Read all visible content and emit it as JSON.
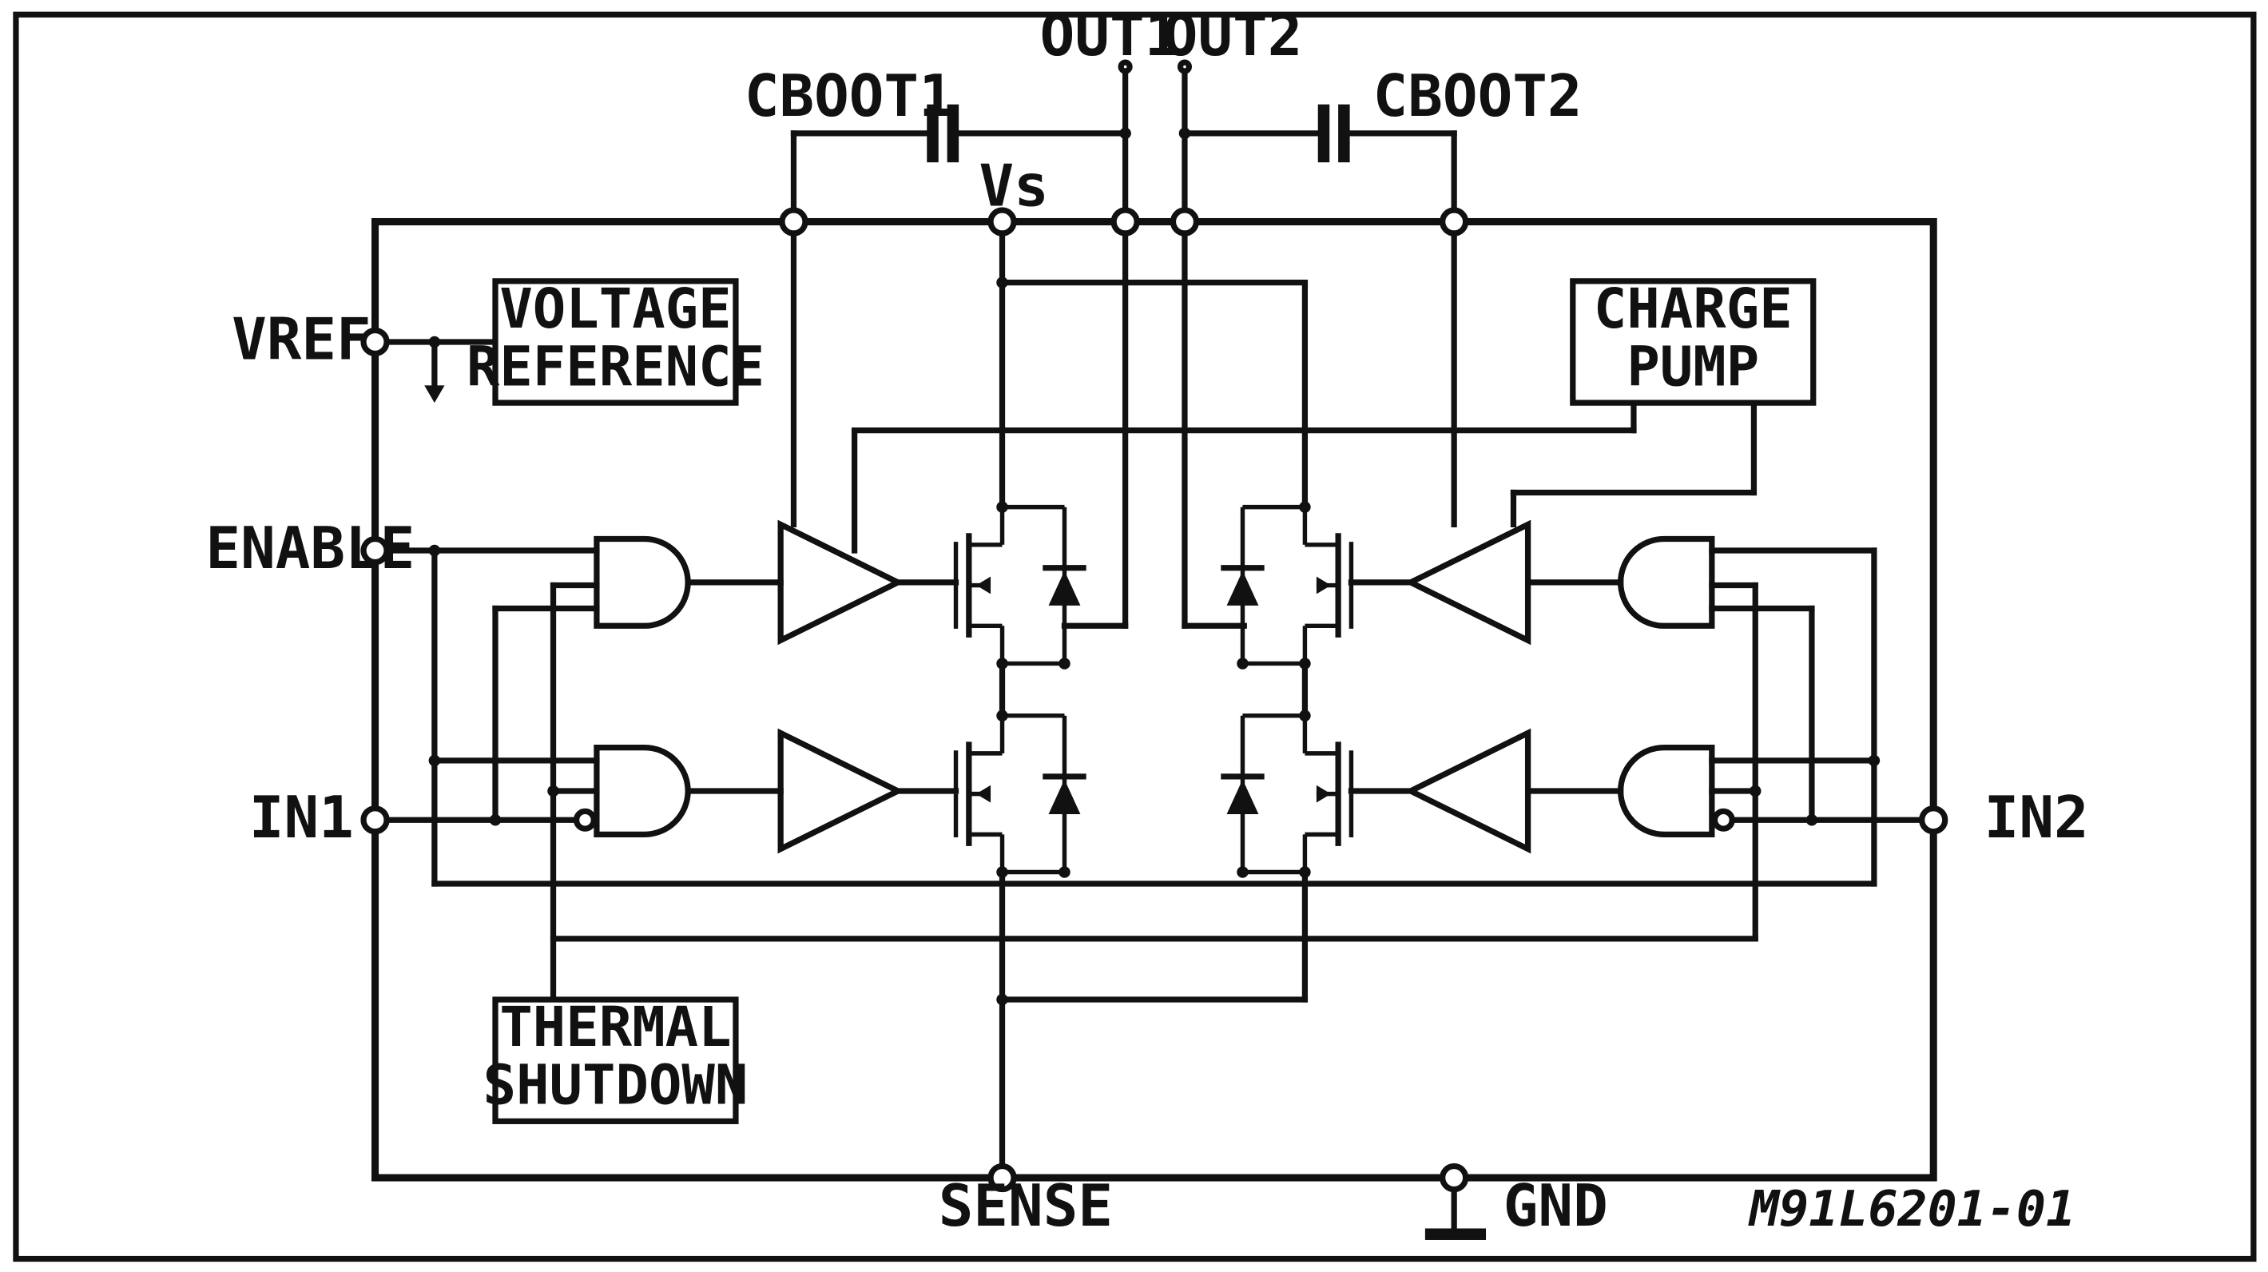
{
  "diagram": {
    "pins": {
      "out1": "OUT1",
      "out2": "OUT2",
      "cboot1": "CBOOT1",
      "cboot2": "CBOOT2",
      "vs": "Vs",
      "vref": "VREF",
      "enable": "ENABLE",
      "in1": "IN1",
      "in2": "IN2",
      "sense": "SENSE",
      "gnd": "GND"
    },
    "blocks": {
      "voltage_reference": [
        "VOLTAGE",
        "REFERENCE"
      ],
      "charge_pump": [
        "CHARGE",
        "PUMP"
      ],
      "thermal_shutdown": [
        "THERMAL",
        "SHUTDOWN"
      ]
    },
    "drawing_code": "M91L6201-01"
  }
}
